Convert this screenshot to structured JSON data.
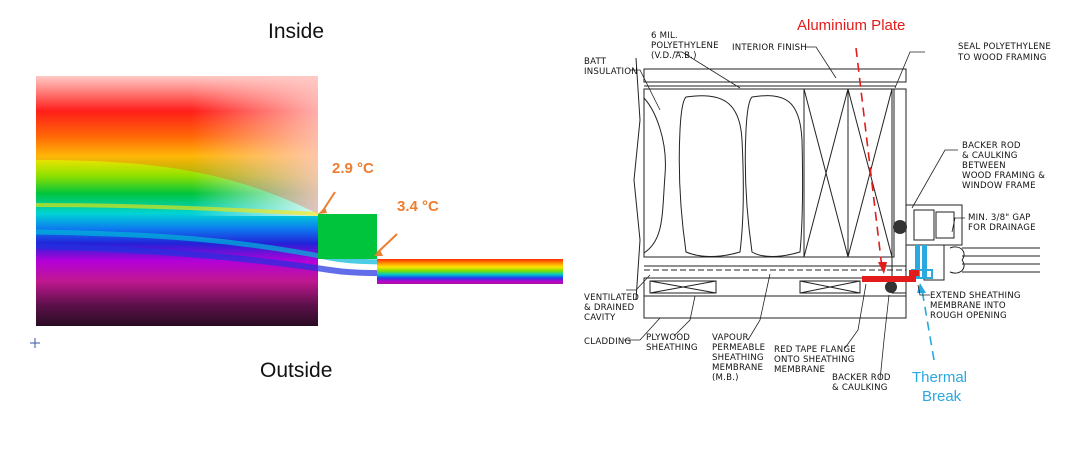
{
  "thermal_panel": {
    "inside_label": "Inside",
    "outside_label": "Outside",
    "temp_1": "2.9 °C",
    "temp_2": "3.4 °C",
    "annotation_color": "#ed7d31"
  },
  "detail_panel": {
    "aluminium_plate_label": "Aluminium Plate",
    "aluminium_plate_color": "#e21b1b",
    "thermal_break_label_line1": "Thermal",
    "thermal_break_label_line2": "Break",
    "thermal_break_color": "#2aa8e0",
    "callouts": {
      "poly_1": "6 MIL.",
      "poly_2": "POLYETHYLENE",
      "poly_3": "(V.D./A.B.)",
      "interior_finish": "INTERIOR FINISH",
      "seal_1": "SEAL POLYETHYLENE",
      "seal_2": "TO WOOD FRAMING",
      "batt_1": "BATT",
      "batt_2": "INSULATION",
      "backer_1": "BACKER ROD",
      "backer_2": "& CAULKING",
      "backer_3": "BETWEEN",
      "backer_4": "WOOD FRAMING &",
      "backer_5": "WINDOW FRAME",
      "gap_1": "MIN. 3/8\" GAP",
      "gap_2": "FOR DRAINAGE",
      "vent_1": "VENTILATED",
      "vent_2": "& DRAINED",
      "vent_3": "CAVITY",
      "extend_1": "EXTEND SHEATHING",
      "extend_2": "MEMBRANE INTO",
      "extend_3": "ROUGH OPENING",
      "cladding": "CLADDING",
      "plywood_1": "PLYWOOD",
      "plywood_2": "SHEATHING",
      "vapour_1": "VAPOUR",
      "vapour_2": "PERMEABLE",
      "vapour_3": "SHEATHING",
      "vapour_4": "MEMBRANE",
      "vapour_5": "(M.B.)",
      "redtape_1": "RED TAPE FLANGE",
      "redtape_2": "ONTO SHEATHING",
      "redtape_3": "MEMBRANE",
      "backer_b1": "BACKER ROD",
      "backer_b2": "& CAULKING"
    }
  }
}
